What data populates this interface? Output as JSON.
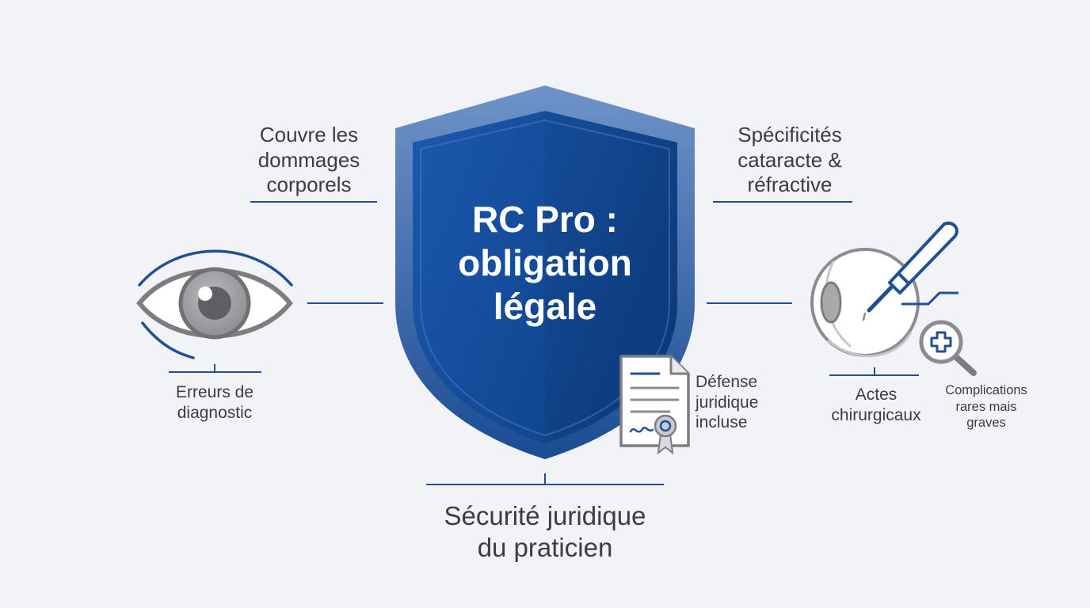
{
  "center": {
    "title": "RC Pro :\nobligation\nlégale"
  },
  "labels": {
    "top_left": "Couvre les\ndommages\ncorporels",
    "top_right": "Spécificités\ncataracte &\nréfractive",
    "left": "Erreurs de\ndiagnostic",
    "defense": "Défense\njuridique\nincluse",
    "surgical": "Actes\nchirurgicaux",
    "complications": "Complications\nrares mais\ngraves",
    "bottom": "Sécurité juridique\ndu praticien"
  },
  "icons": {
    "eye": "eye-icon",
    "document": "certificate-document-icon",
    "surgery": "eye-surgery-icon",
    "magnifier": "medical-magnifier-icon"
  },
  "colors": {
    "shield_dark": "#0e3f86",
    "shield_light": "#2a64b8",
    "accent_line": "#1f4f94",
    "text": "#3b3d42",
    "background": "#f1f3f7",
    "icon_gray": "#8a8c90"
  }
}
